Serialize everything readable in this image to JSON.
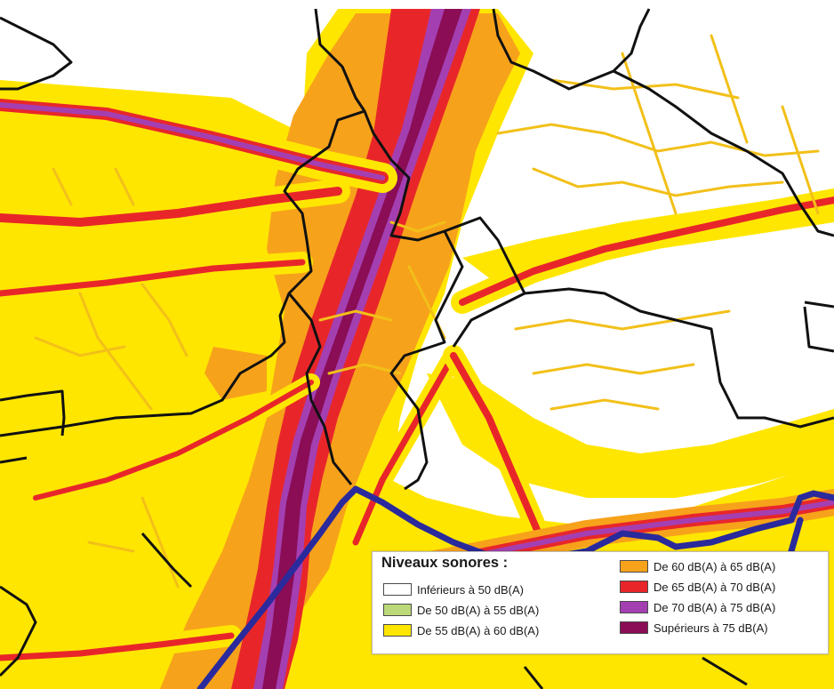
{
  "legend": {
    "title": "Niveaux sonores :",
    "items": [
      {
        "label": "Inférieurs à 50 dB(A)",
        "color": "#ffffff"
      },
      {
        "label": "De 50 dB(A) à 55 dB(A)",
        "color": "#bcd97a"
      },
      {
        "label": "De 55 dB(A) à 60 dB(A)",
        "color": "#ffe600"
      },
      {
        "label": "De 60 dB(A) à 65 dB(A)",
        "color": "#f7a21b"
      },
      {
        "label": "De 65 dB(A) à 70 dB(A)",
        "color": "#e8262a"
      },
      {
        "label": "De 70 dB(A) à 75 dB(A)",
        "color": "#a43fb2"
      },
      {
        "label": "Supérieurs à 75 dB(A)",
        "color": "#8a0d55"
      }
    ]
  },
  "colors": {
    "background": "#ffffff",
    "municipal_boundary": "#111111",
    "waterway": "#2a2a9c"
  }
}
